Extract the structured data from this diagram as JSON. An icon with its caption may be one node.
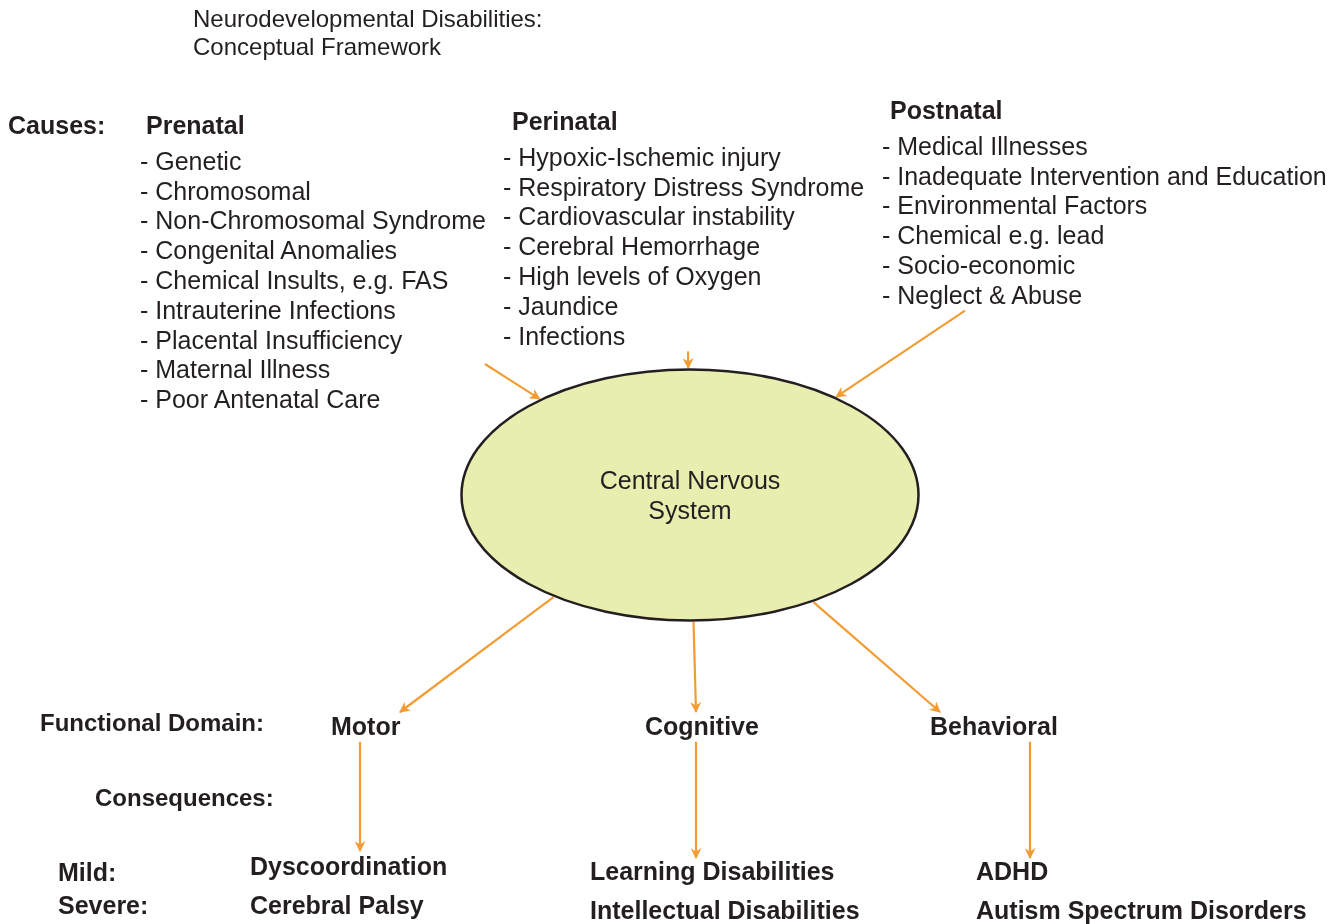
{
  "diagram": {
    "title": "Neurodevelopmental Disabilities: Conceptual Framework",
    "nodes": [
      {
        "text": [
          "Prenatal",
          "- Genetic",
          "- Chromosomal",
          "- Non-Chromosomal Syndrome",
          "- Congenital Anomalies",
          "- Chemical Insults, e.g. FAS",
          "- Intrauterine Infections",
          "- Placental Insufficiency",
          "- Maternal Illness",
          "- Poor Antenatal Care"
        ]
      },
      {
        "text": [
          "Perinatal",
          "- Hypoxic-Ischemic injury",
          "- Respiratory Distress Syndrome",
          "- Cardiovascular instability",
          "- Cerebral  Hemorrhage",
          "- High levels of Oxygen",
          "- Jaundice",
          "- Infections"
        ]
      },
      {
        "text": [
          "Postnatal",
          "- Medical Illnesses",
          "- Inadequate Intervention and Education",
          "- Environmental Factors",
          "- Chemical e.g. lead",
          "- Socio-economic",
          "- Neglect & Abuse"
        ]
      },
      {
        "text": [
          "Central Nervous System"
        ]
      },
      {
        "text": [
          "Motor"
        ]
      },
      {
        "text": [
          "Cognitive"
        ]
      },
      {
        "text": [
          "Behavioral"
        ]
      },
      {
        "text": [
          "Dyscoordination",
          "Cerebral Palsy"
        ]
      },
      {
        "text": [
          "Learning Disabilities",
          "Intellectual Disabilities"
        ]
      },
      {
        "text": [
          "ADHD",
          "Autism Spectrum Disorders"
        ]
      }
    ],
    "edges": [
      {
        "from": 0,
        "to": 3,
        "arrow": "to"
      },
      {
        "from": 1,
        "to": 3,
        "arrow": "to"
      },
      {
        "from": 2,
        "to": 3,
        "arrow": "to"
      },
      {
        "from": 3,
        "to": 4,
        "arrow": "to"
      },
      {
        "from": 3,
        "to": 5,
        "arrow": "to"
      },
      {
        "from": 3,
        "to": 6,
        "arrow": "to"
      },
      {
        "from": 4,
        "to": 7,
        "arrow": "to"
      },
      {
        "from": 5,
        "to": 8,
        "arrow": "to"
      },
      {
        "from": 6,
        "to": 9,
        "arrow": "to"
      }
    ],
    "labels": [
      "Causes:",
      "Functional Domain:",
      "Consequences:",
      "Mild:",
      "Severe:"
    ]
  }
}
